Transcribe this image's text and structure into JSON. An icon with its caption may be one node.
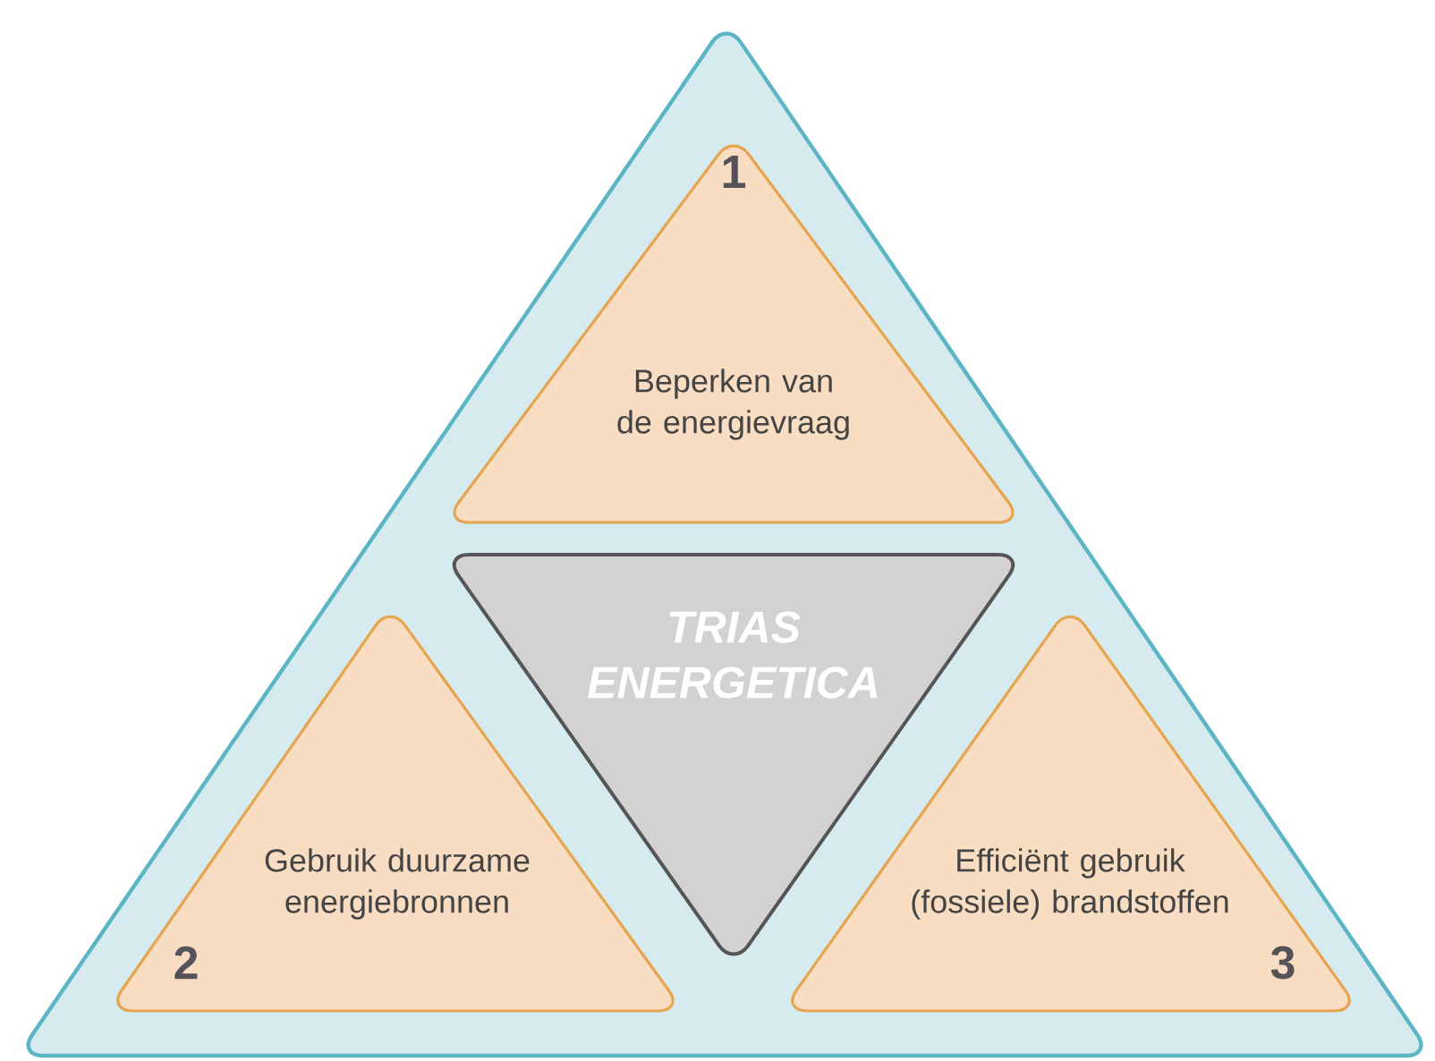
{
  "diagram": {
    "nodes": [
      {
        "text": [],
        "shape": "triangle"
      },
      {
        "text": [
          "1",
          "Beperken van de energievraag"
        ],
        "in": 0
      },
      {
        "text": [
          "TRIAS ENERGETICA"
        ],
        "in": 0
      },
      {
        "text": [
          "Gebruik duurzame energiebronnen",
          "2"
        ],
        "in": 0
      },
      {
        "text": [
          "Efficiënt gebruik (fossiele) brandstoffen",
          "3"
        ],
        "in": 0
      }
    ],
    "edges": []
  }
}
